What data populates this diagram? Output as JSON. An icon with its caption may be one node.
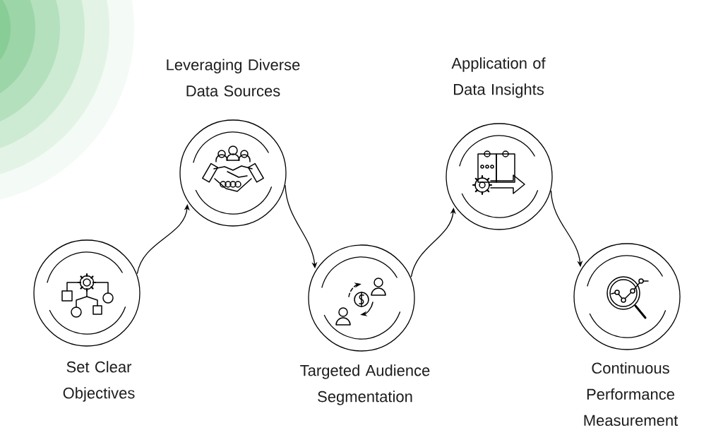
{
  "diagram": {
    "nodes": [
      {
        "text": [
          "Set Clear Objectives"
        ]
      },
      {
        "text": [
          "Leveraging Diverse Data Sources"
        ]
      },
      {
        "text": [
          "Targeted Audience Segmentation"
        ]
      },
      {
        "text": [
          "Application of Data Insights"
        ]
      },
      {
        "text": [
          "Continuous Performance Measurement"
        ]
      }
    ],
    "edges": [
      {
        "from": 0,
        "to": 1,
        "arrow": "to"
      },
      {
        "from": 1,
        "to": 2,
        "arrow": "to"
      },
      {
        "from": 2,
        "to": 3,
        "arrow": "to"
      },
      {
        "from": 3,
        "to": 4,
        "arrow": "to"
      }
    ]
  }
}
